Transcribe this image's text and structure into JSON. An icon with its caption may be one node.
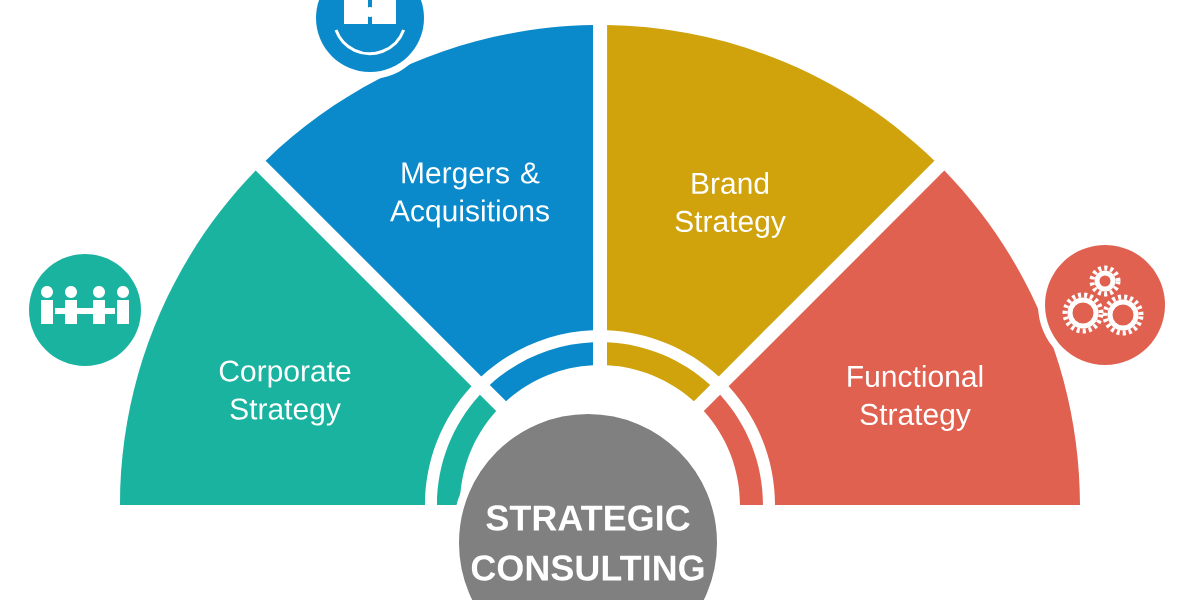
{
  "diagram": {
    "nodes": [
      {
        "text": [
          "Corporate Strategy"
        ]
      },
      {
        "text": [
          "Mergers & Acquisitions"
        ]
      },
      {
        "text": [
          "Brand Strategy"
        ]
      },
      {
        "text": [
          "Functional Strategy"
        ]
      },
      {
        "text": [
          "STRATEGIC CONSULTING"
        ]
      }
    ]
  }
}
